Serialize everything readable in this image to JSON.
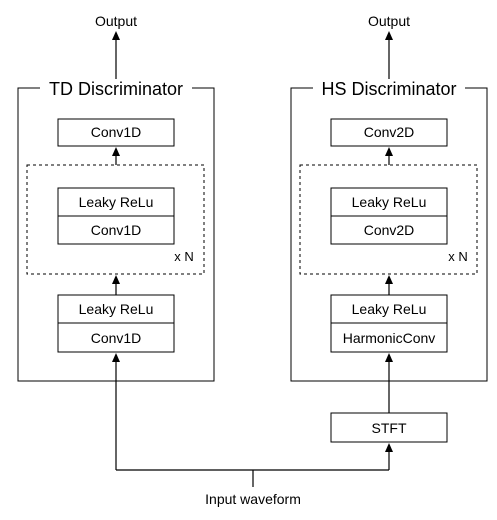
{
  "td": {
    "output": "Output",
    "title": "TD Discriminator",
    "top_block": "Conv1D",
    "repeat_block_upper": "Leaky ReLu",
    "repeat_block_lower": "Conv1D",
    "repeat_count": "x N",
    "bottom_block_upper": "Leaky ReLu",
    "bottom_block_lower": "Conv1D"
  },
  "hs": {
    "output": "Output",
    "title": "HS Discriminator",
    "top_block": "Conv2D",
    "repeat_block_upper": "Leaky ReLu",
    "repeat_block_lower": "Conv2D",
    "repeat_count": "x N",
    "bottom_block_upper": "Leaky ReLu",
    "bottom_block_lower": "HarmonicConv",
    "stft": "STFT"
  },
  "input": "Input waveform"
}
